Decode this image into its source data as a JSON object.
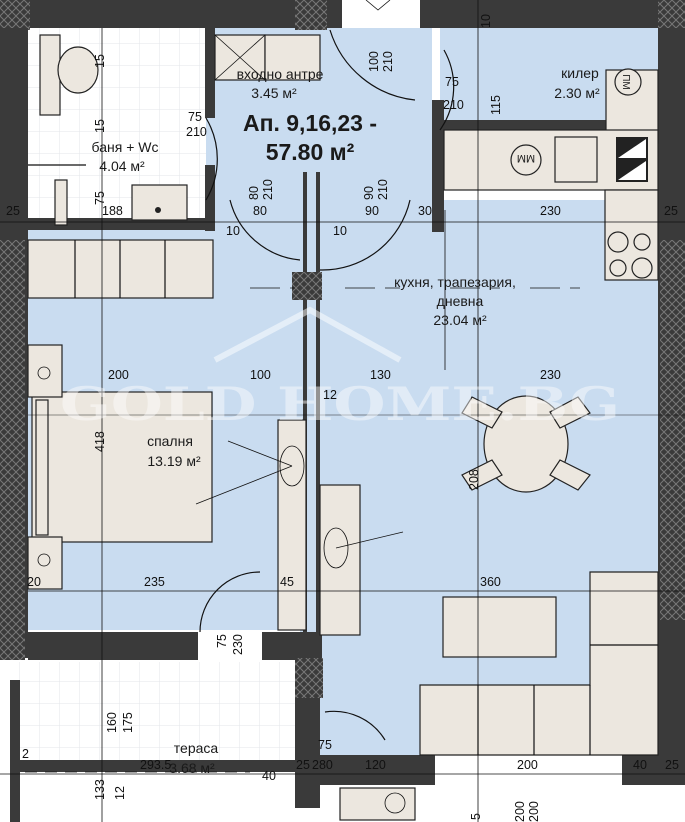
{
  "plan": {
    "title_line1": "Ап. 9,16,23 -",
    "title_line2": "57.80 м²",
    "watermark": "GOLD HOME.BG",
    "colors": {
      "floor": "#c9dcf0",
      "wall": "#3a3a3a",
      "tile": "#ffffff",
      "furniture": "#ece7df"
    },
    "rooms": [
      {
        "name": "входно антре",
        "area": "3.45 м²"
      },
      {
        "name": "килер",
        "area": "2.30 м²"
      },
      {
        "name": "баня + Wc",
        "area": "4.04 м²"
      },
      {
        "name_line1": "кухня, трапезария,",
        "name_line2": "дневна",
        "area": "23.04 м²"
      },
      {
        "name": "спалня",
        "area": "13.19 м²"
      },
      {
        "name": "тераса",
        "area": "3.68 м²"
      }
    ],
    "appliance_labels": {
      "washing_machine": "ММ",
      "dishwasher": "ПМ"
    },
    "dimensions": [
      "25",
      "188",
      "80",
      "90",
      "30",
      "230",
      "25",
      "100",
      "210",
      "75",
      "210",
      "75",
      "210",
      "80",
      "210",
      "90",
      "210",
      "10",
      "10",
      "200",
      "100",
      "130",
      "230",
      "12",
      "418",
      "208",
      "20",
      "235",
      "45",
      "360",
      "75",
      "230",
      "160",
      "175",
      "2",
      "293.5",
      "133",
      "25",
      "280",
      "120",
      "200",
      "40",
      "25",
      "75",
      "40",
      "12",
      "5",
      "200",
      "200",
      "15",
      "15",
      "75",
      "115",
      "10"
    ]
  }
}
